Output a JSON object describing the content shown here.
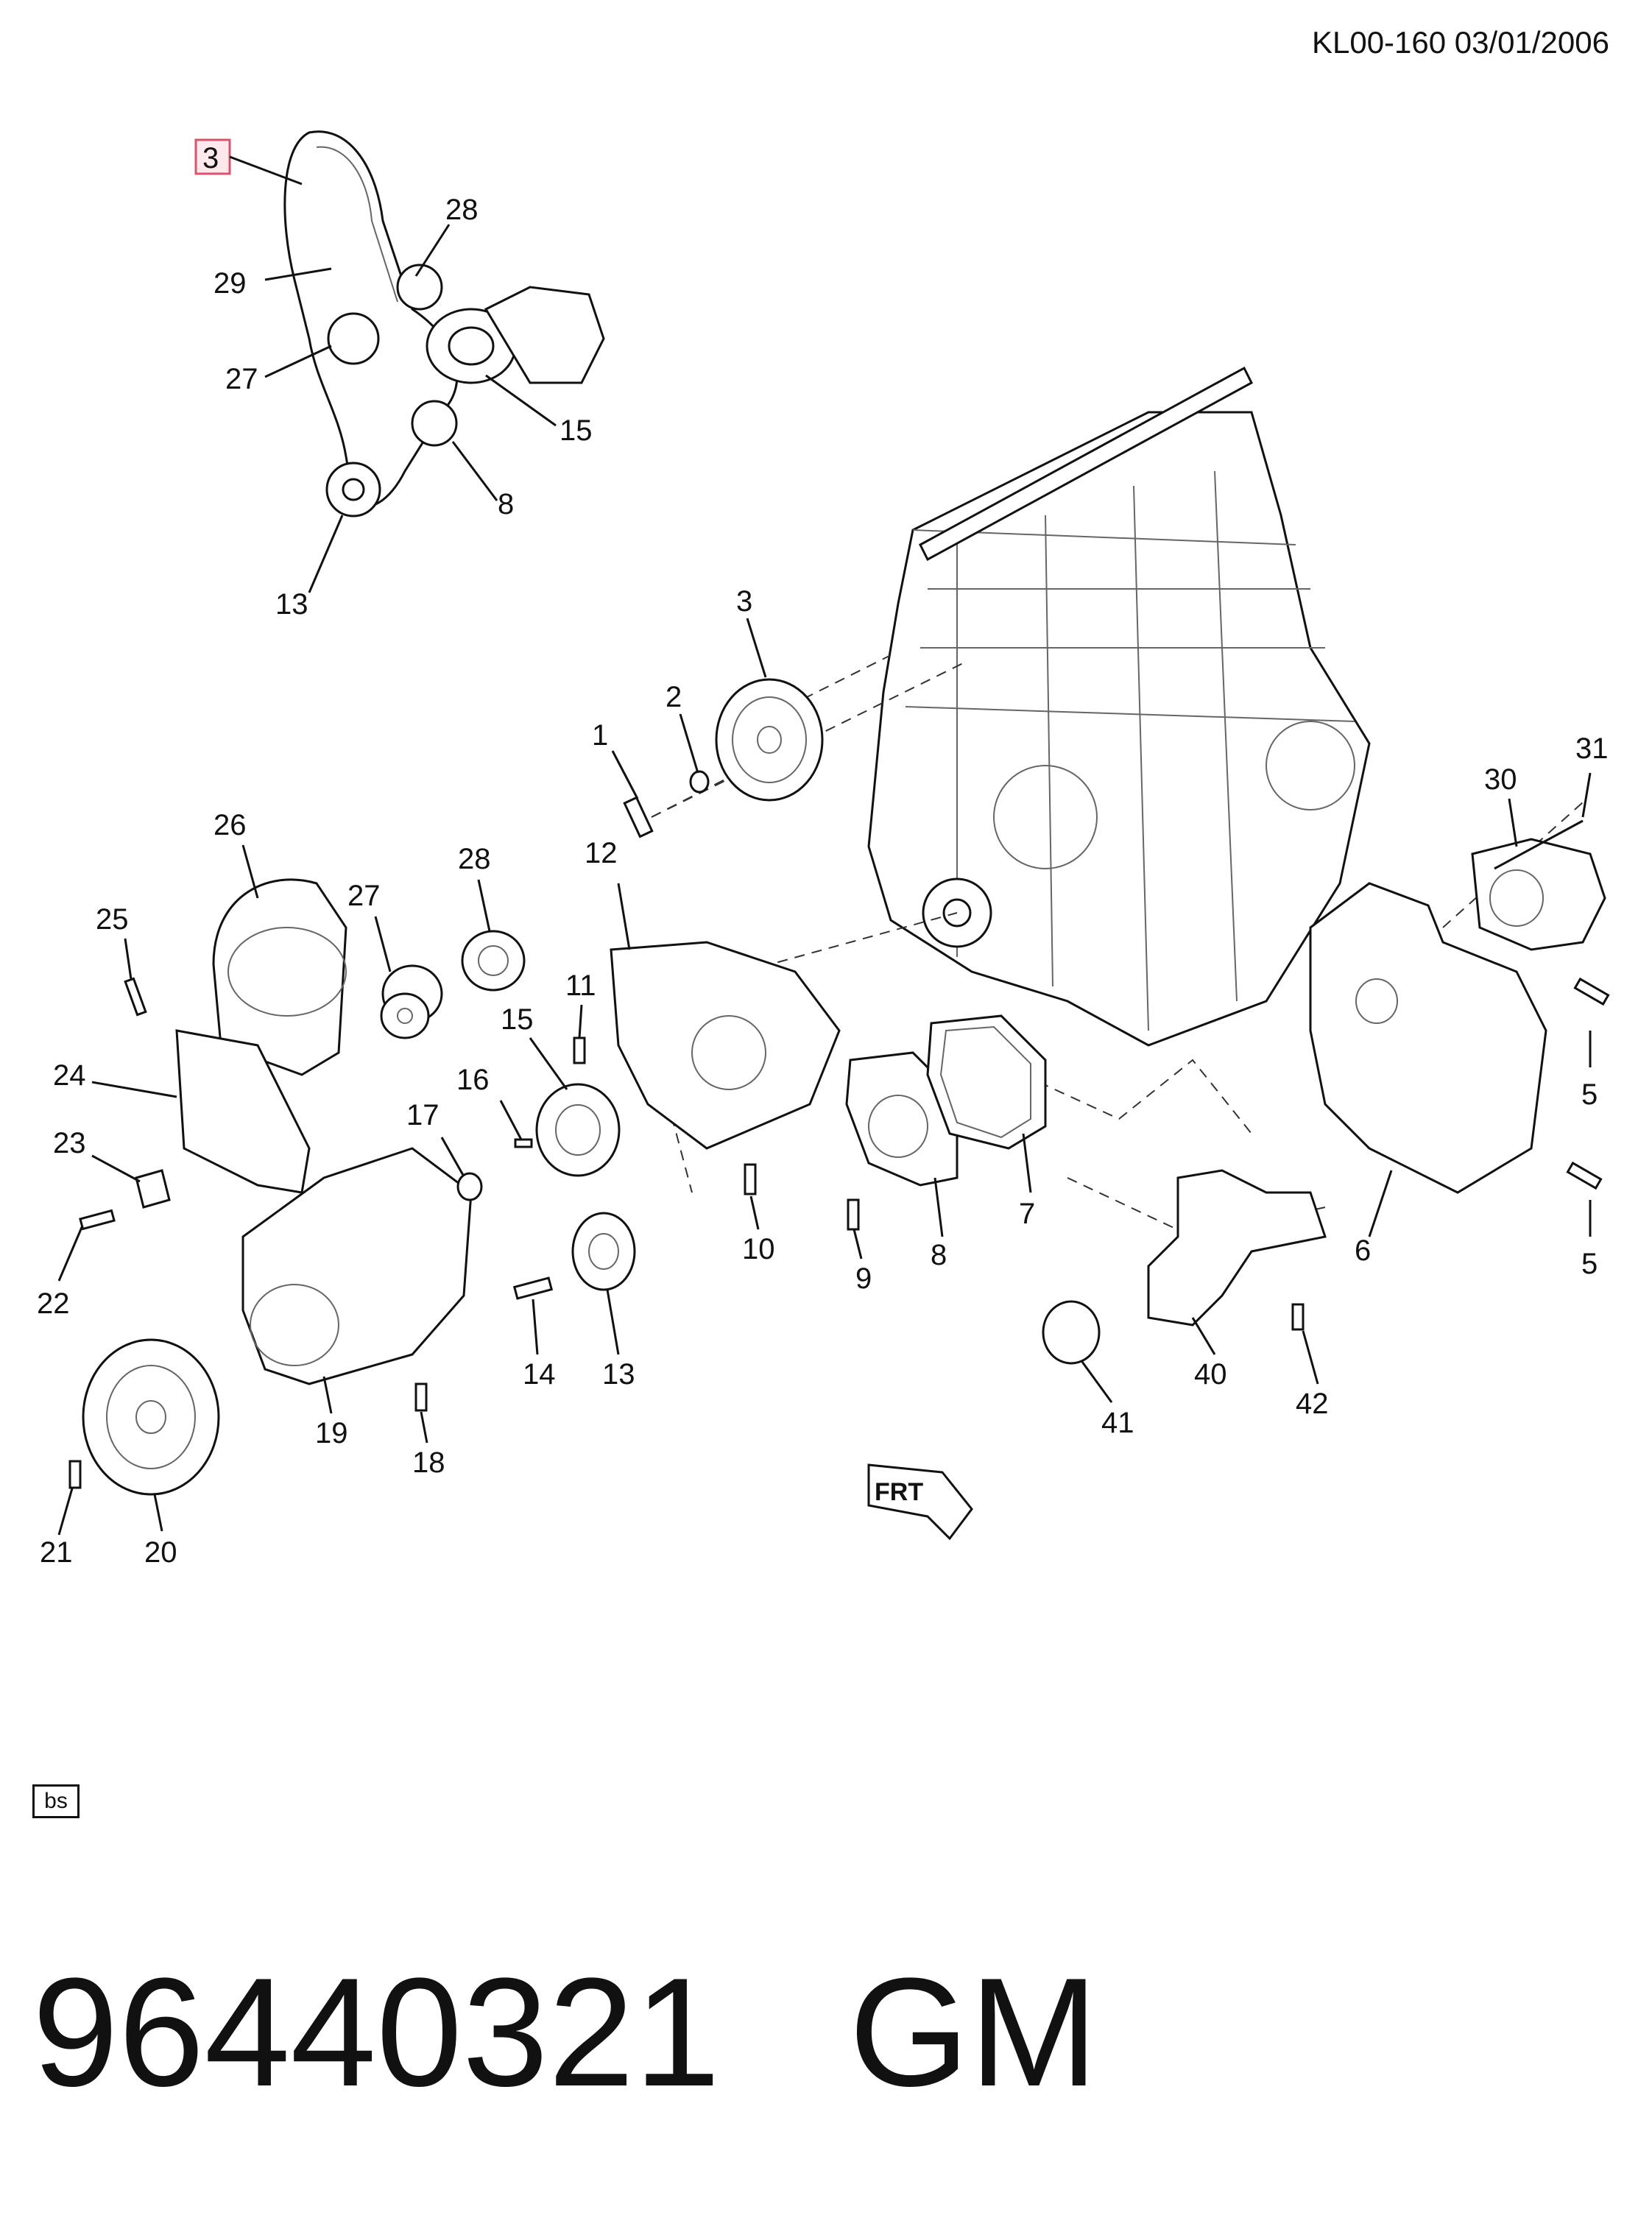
{
  "header": {
    "code": "KL00-160 03/01/2006"
  },
  "callouts": {
    "c1": "1",
    "c2": "2",
    "c3": "3",
    "c3_inset": "3",
    "c5a": "5",
    "c5b": "5",
    "c6": "6",
    "c7": "7",
    "c8": "8",
    "c8_inset": "8",
    "c9": "9",
    "c10": "10",
    "c11": "11",
    "c12": "12",
    "c13": "13",
    "c13_inset": "13",
    "c14": "14",
    "c15": "15",
    "c15_inset": "15",
    "c16": "16",
    "c17": "17",
    "c18": "18",
    "c19": "19",
    "c20": "20",
    "c21": "21",
    "c22": "22",
    "c23": "23",
    "c24": "24",
    "c25": "25",
    "c26": "26",
    "c27": "27",
    "c27_inset": "27",
    "c28": "28",
    "c28_inset": "28",
    "c29": "29",
    "c30": "30",
    "c31": "31",
    "c40": "40",
    "c41": "41",
    "c42": "42"
  },
  "direction_marker": "FRT",
  "badge": "bs",
  "footer": {
    "part_number": "96440321",
    "brand": "GM"
  }
}
